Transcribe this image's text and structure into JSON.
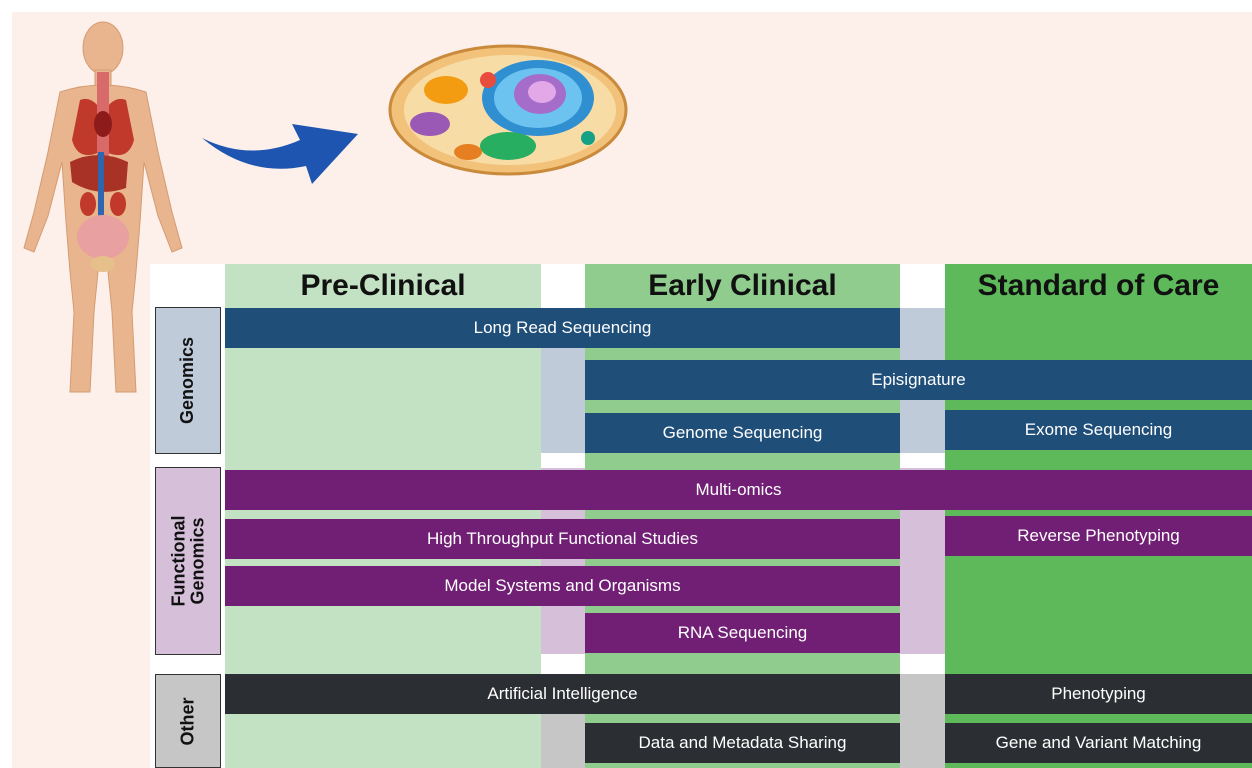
{
  "columns": {
    "pre_clinical": "Pre-Clinical",
    "early_clinical": "Early Clinical",
    "standard_of_care": "Standard of Care"
  },
  "rows": {
    "genomics": "Genomics",
    "functional_genomics_line1": "Functional",
    "functional_genomics_line2": "Genomics",
    "other": "Other"
  },
  "bars": {
    "long_read_sequencing": "Long Read Sequencing",
    "episignature": "Episignature",
    "genome_sequencing": "Genome Sequencing",
    "exome_sequencing": "Exome Sequencing",
    "multi_omics": "Multi-omics",
    "high_throughput": "High Throughput Functional Studies",
    "reverse_phenotyping": "Reverse Phenotyping",
    "model_systems": "Model Systems and Organisms",
    "rna_sequencing": "RNA Sequencing",
    "artificial_intelligence": "Artificial Intelligence",
    "phenotyping": "Phenotyping",
    "data_sharing": "Data and Metadata Sharing",
    "gene_variant_matching": "Gene and Variant Matching"
  },
  "colors": {
    "pre_clinical": "#c3e2c3",
    "early_clinical": "#90cc8e",
    "standard_of_care": "#5db95a",
    "genomics_band": "#bfcbd8",
    "functional_band": "#d5bfd9",
    "other_band": "#c6c6c6",
    "blue_bar": "#1f4e79",
    "purple_bar": "#711f75",
    "dark_bar": "#2b2e32",
    "arrow": "#1d55b0"
  },
  "icons": [
    "human-body-illustration",
    "arrow-icon",
    "cell-illustration"
  ]
}
